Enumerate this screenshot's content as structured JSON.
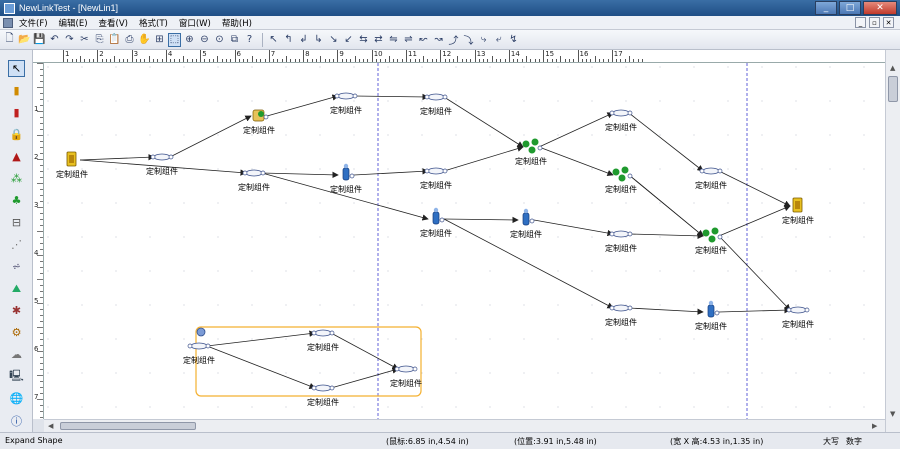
{
  "window": {
    "title": "NewLinkTest - [NewLin1]"
  },
  "menu": {
    "items": [
      "文件(F)",
      "编辑(E)",
      "查看(V)",
      "格式(T)",
      "窗口(W)",
      "帮助(H)"
    ]
  },
  "ruler": {
    "h_ticks": [
      "1",
      "2",
      "3",
      "4",
      "5",
      "6",
      "7",
      "8",
      "9",
      "10",
      "11",
      "12",
      "13",
      "14",
      "15",
      "16",
      "17"
    ],
    "v_ticks": [
      "1",
      "2",
      "3",
      "4",
      "5",
      "6",
      "7"
    ]
  },
  "nodes": [
    {
      "label": "定制组件",
      "icon": "yellow-shape-icon"
    },
    {
      "label": "定制组件",
      "icon": "link-connector-icon"
    },
    {
      "label": "定制组件",
      "icon": "person-network-icon"
    },
    {
      "label": "定制组件",
      "icon": "link-connector-icon"
    },
    {
      "label": "定制组件",
      "icon": "link-connector-icon"
    },
    {
      "label": "定制组件",
      "icon": "link-connector-icon"
    },
    {
      "label": "定制组件",
      "icon": "blue-figure-icon"
    },
    {
      "label": "定制组件",
      "icon": "link-connector-icon"
    },
    {
      "label": "定制组件",
      "icon": "green-cluster-icon"
    },
    {
      "label": "定制组件",
      "icon": "link-connector-icon"
    },
    {
      "label": "定制组件",
      "icon": "green-cluster-icon"
    },
    {
      "label": "定制组件",
      "icon": "link-connector-icon"
    },
    {
      "label": "定制组件",
      "icon": "yellow-shape-icon"
    },
    {
      "label": "定制组件",
      "icon": "blue-figure-icon"
    },
    {
      "label": "定制组件",
      "icon": "blue-figure-icon"
    },
    {
      "label": "定制组件",
      "icon": "link-connector-icon"
    },
    {
      "label": "定制组件",
      "icon": "green-cluster-icon"
    },
    {
      "label": "定制组件",
      "icon": "link-connector-icon"
    },
    {
      "label": "定制组件",
      "icon": "blue-figure-icon"
    },
    {
      "label": "定制组件",
      "icon": "link-connector-icon"
    },
    {
      "label": "定制组件",
      "icon": "link-connector-icon"
    },
    {
      "label": "定制组件",
      "icon": "link-connector-icon"
    },
    {
      "label": "定制组件",
      "icon": "link-connector-icon"
    },
    {
      "label": "定制组件",
      "icon": "link-connector-icon"
    }
  ],
  "status": {
    "hint": "Expand Shape",
    "mouse": "(鼠标:6.85 in,4.54 in)",
    "position": "(位置:3.91 in,5.48 in)",
    "size": "(宽 X 高:4.53 in,1.35 in)",
    "caps": "大写",
    "num": "数字"
  },
  "colors": {
    "accent": "#3a6ea5",
    "selection": "#f4b030",
    "guide": "#3a3ad0",
    "node_green": "#1f9a2e",
    "node_blue": "#2f6fc2",
    "node_yellow": "#e8c020"
  }
}
